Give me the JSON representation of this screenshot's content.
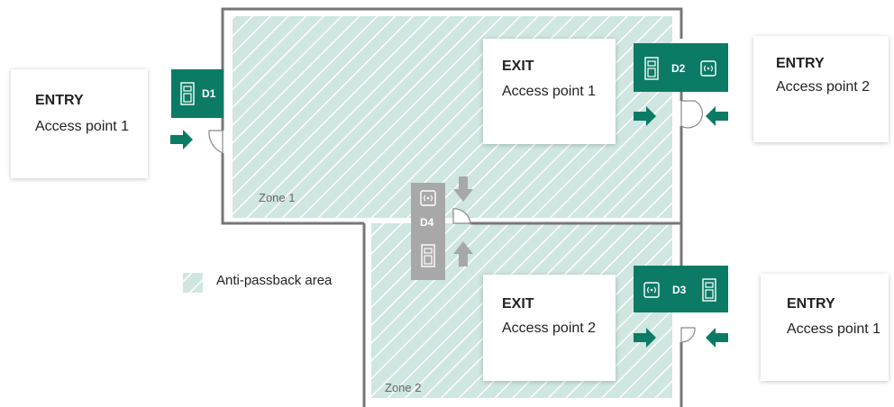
{
  "colors": {
    "accent": "#0b7b66",
    "hatch_bg": "#cfe6e1",
    "hatch_line": "#ffffff",
    "wall": "#777777",
    "internal_door": "#a8a8a8"
  },
  "legend": {
    "label": "Anti-passback area"
  },
  "zones": [
    {
      "label": "Zone 1"
    },
    {
      "label": "Zone 2"
    }
  ],
  "cards": {
    "entry_d1": {
      "title": "ENTRY",
      "sub": "Access point 1"
    },
    "exit_d2": {
      "title": "EXIT",
      "sub": "Access point 1"
    },
    "entry_d2": {
      "title": "ENTRY",
      "sub": "Access point 2"
    },
    "exit_d3": {
      "title": "EXIT",
      "sub": "Access point 2"
    },
    "entry_d3": {
      "title": "ENTRY",
      "sub": "Access point 1"
    }
  },
  "doors": [
    {
      "label": "D1",
      "icons": [
        "controller-icon"
      ]
    },
    {
      "label": "D2",
      "icons": [
        "controller-icon",
        "reader-icon"
      ]
    },
    {
      "label": "D3",
      "icons": [
        "reader-icon",
        "controller-icon"
      ]
    },
    {
      "label": "D4",
      "icons": [
        "reader-icon",
        "controller-icon"
      ]
    }
  ]
}
